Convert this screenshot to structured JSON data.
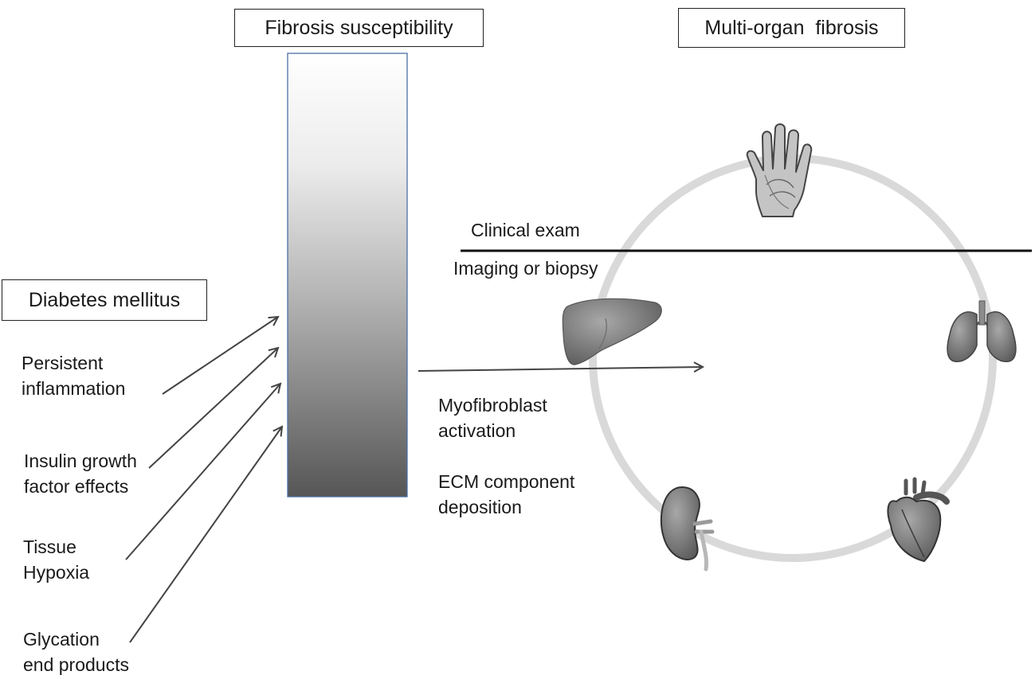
{
  "titles": {
    "susceptibility": "Fibrosis susceptibility",
    "multi_organ": "Multi-organ  fibrosis",
    "diabetes": "Diabetes mellitus"
  },
  "factors": [
    {
      "line1": "Persistent",
      "line2": "inflammation"
    },
    {
      "line1": "Insulin growth",
      "line2": "factor effects"
    },
    {
      "line1": "Tissue",
      "line2": "Hypoxia"
    },
    {
      "line1": "Glycation",
      "line2": "end products"
    }
  ],
  "mechanisms": [
    {
      "line1": "Myofibroblast",
      "line2": "activation"
    },
    {
      "line1": "ECM component",
      "line2": "deposition"
    }
  ],
  "assessment": {
    "above": "Clinical exam",
    "below": "Imaging or biopsy"
  },
  "organs": [
    "hand-icon",
    "lungs-icon",
    "heart-icon",
    "kidney-icon",
    "liver-icon"
  ],
  "colors": {
    "gradient_top": "#ffffff",
    "gradient_bottom": "#565656",
    "bar_border": "#4a6fa5",
    "circle": "#d9d9d9",
    "arrow": "#444444"
  }
}
